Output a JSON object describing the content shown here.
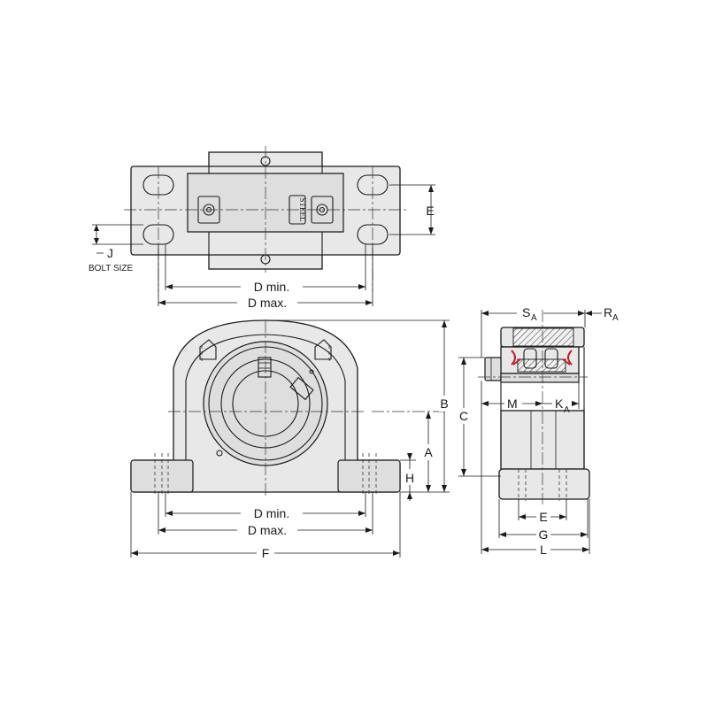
{
  "labels": {
    "d_min_top": "D min.",
    "d_max_top": "D max.",
    "e_top": "E",
    "j": "J",
    "bolt_size": "BOLT SIZE",
    "stamp": "STEEL",
    "b": "B",
    "a": "A",
    "h": "H",
    "d_min_front": "D min.",
    "d_max_front": "D max.",
    "f": "F",
    "s": "S",
    "s_sub": "A",
    "r": "R",
    "r_sub": "A",
    "c": "C",
    "m": "M",
    "k": "K",
    "k_sub": "A",
    "e_side": "E",
    "g": "G",
    "l": "L"
  },
  "colors": {
    "body_fill": "#e8e8e8",
    "line": "#1a1a1a",
    "seal_accent": "#c0202a"
  }
}
